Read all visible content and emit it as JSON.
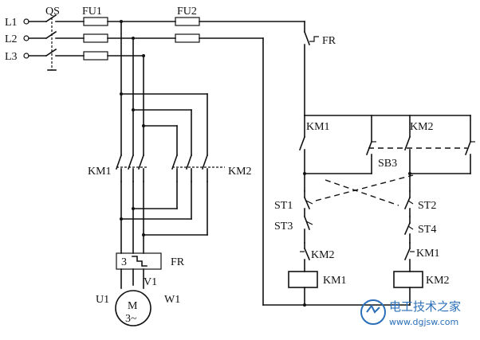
{
  "labels": {
    "l1": "L1",
    "l2": "L2",
    "l3": "L3",
    "qs": "QS",
    "fu1": "FU1",
    "fu2": "FU2",
    "fr_top": "FR",
    "km1_left": "KM1",
    "km2_left": "KM2",
    "fr_relay": "FR",
    "fr_num": "3",
    "motor_m": "M",
    "motor_phase": "3~",
    "u1": "U1",
    "v1": "V1",
    "w1": "W1",
    "km1_top": "KM1",
    "km2_top": "KM2",
    "sb3": "SB3",
    "st1": "ST1",
    "st2": "ST2",
    "st3": "ST3",
    "st4": "ST4",
    "km2_interlock": "KM2",
    "km1_interlock": "KM1",
    "km1_coil": "KM1",
    "km2_coil": "KM2"
  },
  "watermark": {
    "brand": "电工技术之家",
    "url": "www.dgjsw.com"
  },
  "colors": {
    "line": "#111111",
    "watermark": "#2a6fb8"
  }
}
